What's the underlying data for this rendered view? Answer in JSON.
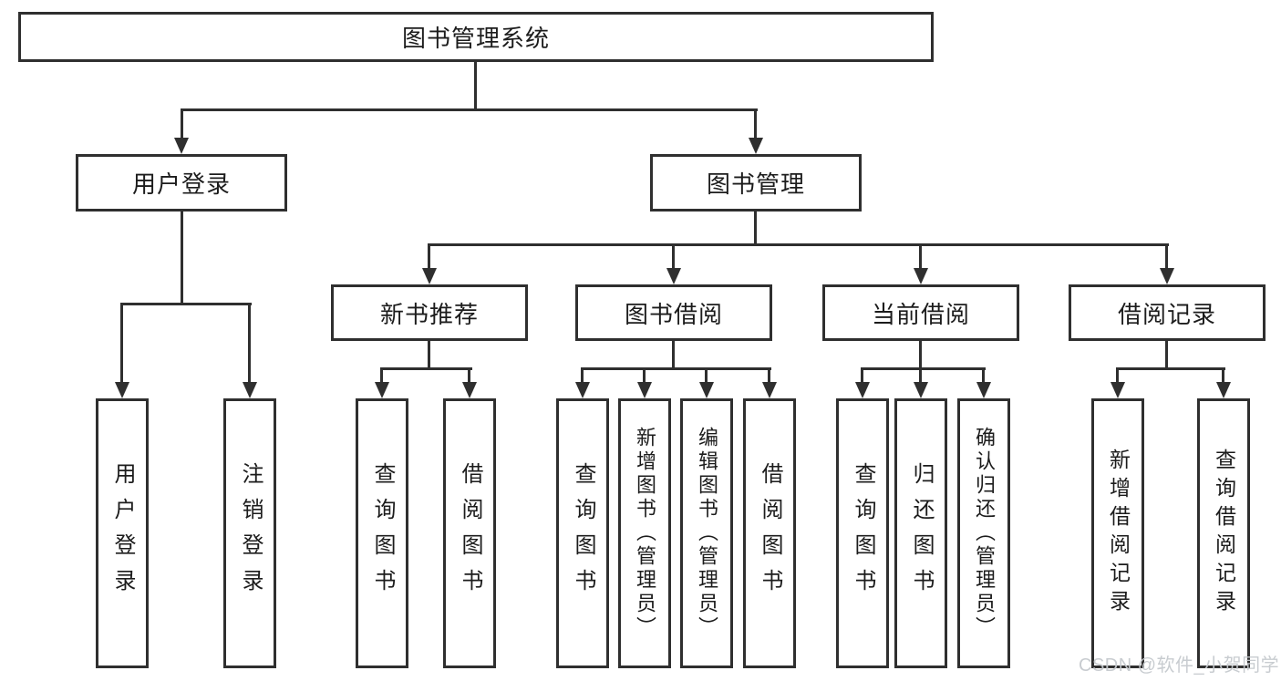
{
  "title": "图书管理系统",
  "branches": {
    "user_login": {
      "label": "用户登录",
      "children": [
        "用户登录",
        "注销登录"
      ]
    },
    "book_management": {
      "label": "图书管理",
      "children": {
        "new_book_recommend": {
          "label": "新书推荐",
          "children": [
            "查询图书",
            "借阅图书"
          ]
        },
        "book_borrow": {
          "label": "图书借阅",
          "children": [
            "查询图书",
            "新增图书（管理员）",
            "编辑图书（管理员）",
            "借阅图书"
          ]
        },
        "current_borrow": {
          "label": "当前借阅",
          "children": [
            "查询图书",
            "归还图书",
            "确认归还（管理员）"
          ]
        },
        "borrow_records": {
          "label": "借阅记录",
          "children": [
            "新增借阅记录",
            "查询借阅记录"
          ]
        }
      }
    }
  },
  "watermark": "CSDN @软件_小贺同学",
  "colors": {
    "line": "#2f2f2f",
    "text": "#1c1c1c",
    "background": "#ffffff",
    "watermark": "#c5c9ce"
  }
}
